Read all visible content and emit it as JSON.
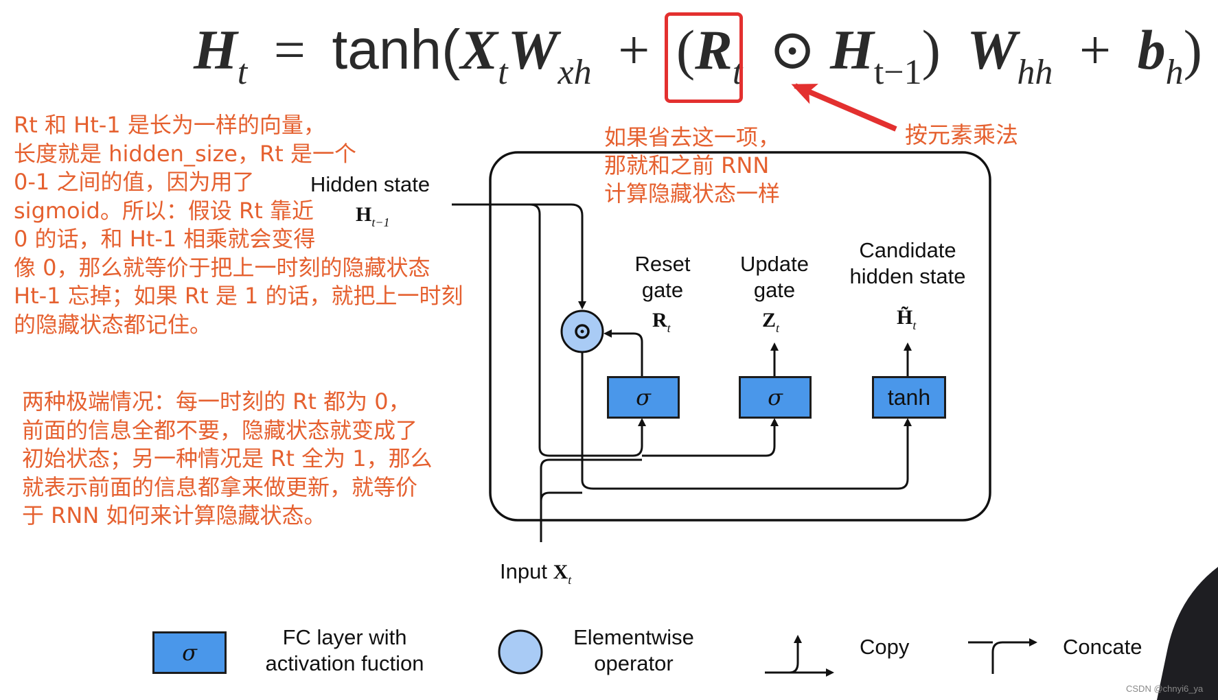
{
  "formula": {
    "lhs": "H",
    "lhs_sub": "t",
    "eq": "=",
    "func": "tanh(",
    "x": "X",
    "x_sub": "t",
    "w1": "W",
    "w1_sub": "xh",
    "plus1": "+",
    "lparen": "(",
    "r": "R",
    "r_sub": "t",
    "odot": "⊙",
    "h": "H",
    "h_sub": "t−1",
    "rparen": ")",
    "w2": "W",
    "w2_sub": "hh",
    "plus2": "+",
    "b": "b",
    "b_sub": "h",
    "close": ")"
  },
  "annotations": {
    "elementwise_note": "按元素乘法",
    "omit_note": "如果省去这一项，\n那就和之前 RNN\n计算隐藏状态一样",
    "rt_note": "Rt 和 Ht-1 是长为一样的向量，\n长度就是 hidden_size，Rt 是一个\n0-1 之间的值，因为用了\nsigmoid。所以：假设 Rt 靠近\n0 的话，和 Ht-1 相乘就会变得\n像 0，那么就等价于把上一时刻的隐藏状态\nHt-1 忘掉；如果 Rt 是 1 的话，就把上一时刻\n的隐藏状态都记住。",
    "extreme_note": "两种极端情况：每一时刻的 Rt 都为 0，\n前面的信息全都不要，隐藏状态就变成了\n初始状态；另一种情况是 Rt 全为 1，那么\n就表示前面的信息都拿来做更新，就等价\n于 RNN 如何来计算隐藏状态。"
  },
  "diagram": {
    "hidden_state_label": "Hidden state",
    "hidden_state_symbol": "H",
    "hidden_state_sub": "t−1",
    "reset_label": "Reset\ngate",
    "reset_symbol": "R",
    "reset_sub": "t",
    "update_label": "Update\ngate",
    "update_symbol": "Z",
    "update_sub": "t",
    "candidate_label": "Candidate\nhidden state",
    "candidate_symbol": "H̃",
    "candidate_sub": "t",
    "reset_box": "σ",
    "update_box": "σ",
    "candidate_box": "tanh",
    "input_label": "Input",
    "input_symbol": "X",
    "input_sub": "t"
  },
  "legend": {
    "fc_box": "σ",
    "fc_label": "FC layer with\nactivation fuction",
    "elementwise_label": "Elementwise\noperator",
    "copy_label": "Copy",
    "concat_label": "Concate"
  },
  "watermark": "CSDN @chnyi6_ya",
  "colors": {
    "annotation": "#e5602f",
    "highlight": "#e3302f",
    "box_fill": "#4a97ea",
    "circle_fill": "#a9cbf5"
  }
}
